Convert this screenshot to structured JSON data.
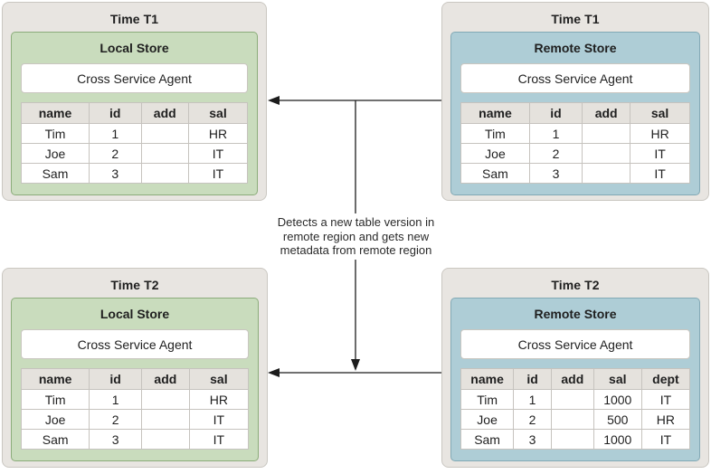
{
  "panels": [
    {
      "time_label": "Time T1",
      "store_label": "Local Store",
      "agent_label": "Cross Service Agent",
      "variant": "green",
      "table": {
        "headers": [
          "name",
          "id",
          "add",
          "sal"
        ],
        "rows": [
          [
            "Tim",
            "1",
            "",
            "HR"
          ],
          [
            "Joe",
            "2",
            "",
            "IT"
          ],
          [
            "Sam",
            "3",
            "",
            "IT"
          ]
        ]
      }
    },
    {
      "time_label": "Time T1",
      "store_label": "Remote Store",
      "agent_label": "Cross Service Agent",
      "variant": "blue",
      "table": {
        "headers": [
          "name",
          "id",
          "add",
          "sal"
        ],
        "rows": [
          [
            "Tim",
            "1",
            "",
            "HR"
          ],
          [
            "Joe",
            "2",
            "",
            "IT"
          ],
          [
            "Sam",
            "3",
            "",
            "IT"
          ]
        ]
      }
    },
    {
      "time_label": "Time T2",
      "store_label": "Local Store",
      "agent_label": "Cross Service Agent",
      "variant": "green",
      "table": {
        "headers": [
          "name",
          "id",
          "add",
          "sal"
        ],
        "rows": [
          [
            "Tim",
            "1",
            "",
            "HR"
          ],
          [
            "Joe",
            "2",
            "",
            "IT"
          ],
          [
            "Sam",
            "3",
            "",
            "IT"
          ]
        ]
      }
    },
    {
      "time_label": "Time T2",
      "store_label": "Remote Store",
      "agent_label": "Cross Service Agent",
      "variant": "blue",
      "table": {
        "headers": [
          "name",
          "id",
          "add",
          "sal",
          "dept"
        ],
        "rows": [
          [
            "Tim",
            "1",
            "",
            "1000",
            "IT"
          ],
          [
            "Joe",
            "2",
            "",
            "500",
            "HR"
          ],
          [
            "Sam",
            "3",
            "",
            "1000",
            "IT"
          ]
        ]
      }
    }
  ],
  "annotation": {
    "lines": [
      "Detects a new table version in",
      "remote region and gets new",
      "metadata from remote region"
    ]
  },
  "connectors": [
    {
      "name": "t1-remote-to-local-arrow",
      "direction": "left"
    },
    {
      "name": "remote-to-annotation-arrow",
      "direction": "down"
    },
    {
      "name": "t2-remote-to-local-arrow",
      "direction": "left"
    }
  ],
  "colors": {
    "panel_bg": "#e8e5e1",
    "panel_border": "#cac7c1",
    "local_store_fill": "#c9dcbd",
    "local_store_border": "#8bac7a",
    "remote_store_fill": "#aecdd6",
    "remote_store_border": "#82a9b5",
    "table_header_bg": "#e5e2dd",
    "table_border": "#c6c3be",
    "arrow": "#1c1c1c",
    "text": "#1f1f1f"
  }
}
